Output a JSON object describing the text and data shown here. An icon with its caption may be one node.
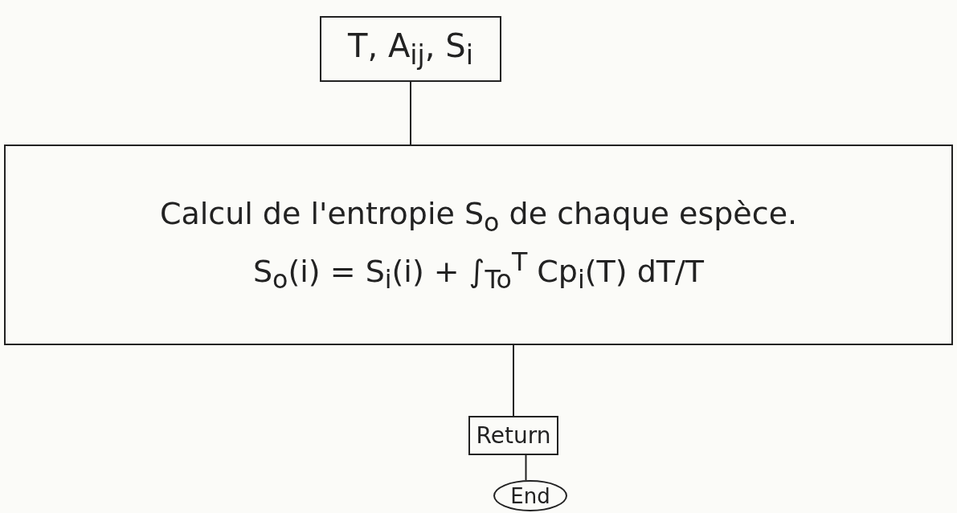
{
  "diagram": {
    "nodes": [
      {
        "text": [
          "T, A$_{ij}$, S$_{i}$"
        ]
      },
      {
        "text": [
          "Calcul de l'entropie S$_{o}$ de chaque espèce.",
          "S$_{o}$(i) = S$_{i}$(i) + ∫$_{To}$$^{T}$ Cp$_{i}$(T) dT/T"
        ]
      },
      {
        "text": [
          "Return"
        ]
      },
      {
        "text": [
          "End"
        ]
      }
    ],
    "edges": [
      {
        "from": 0,
        "to": 1,
        "arrow": "none"
      },
      {
        "from": 1,
        "to": 2,
        "arrow": "none"
      },
      {
        "from": 2,
        "to": 3,
        "arrow": "none"
      }
    ]
  }
}
